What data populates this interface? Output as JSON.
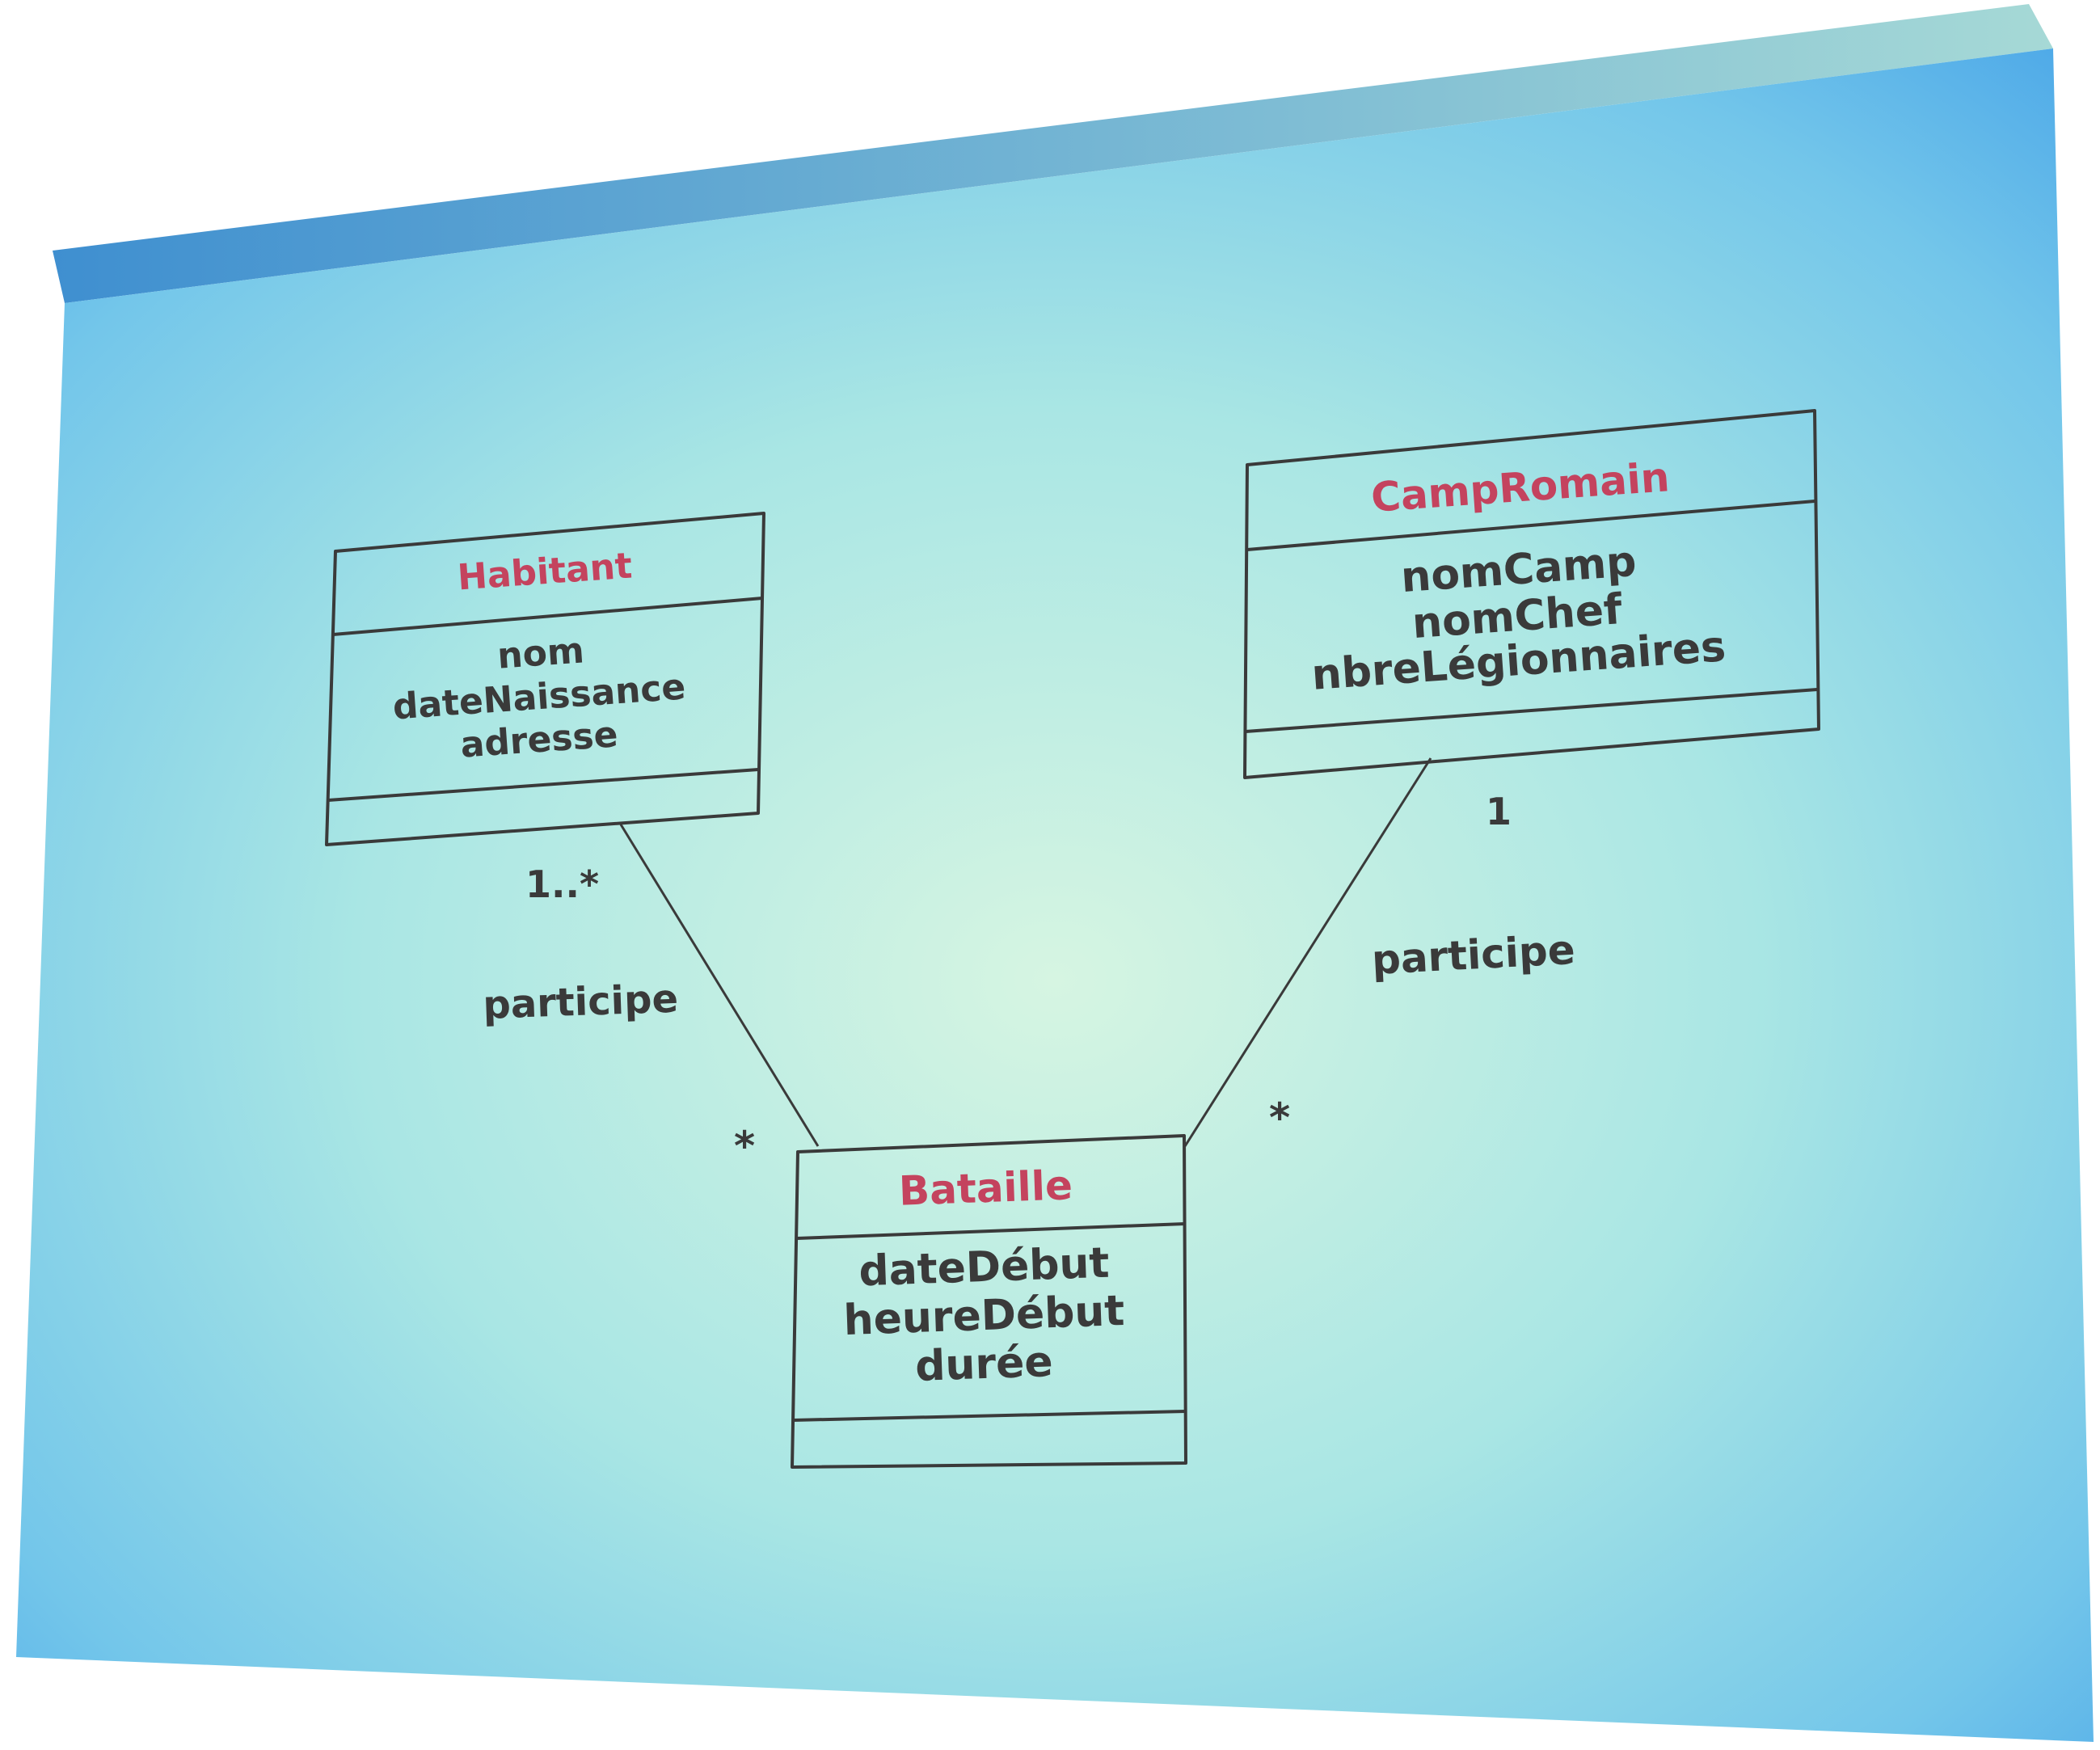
{
  "colors": {
    "class_name": "#c4435e",
    "text": "#3a3a3a",
    "screen_edge": "#4aa6e8",
    "screen_center": "#d6f5e2"
  },
  "classes": {
    "habitant": {
      "name": "Habitant",
      "attributes": [
        "nom",
        "dateNaissance",
        "adresse"
      ]
    },
    "camp_romain": {
      "name": "CampRomain",
      "attributes": [
        "nomCamp",
        "nomChef",
        "nbreLégionnaires"
      ]
    },
    "bataille": {
      "name": "Bataille",
      "attributes": [
        "dateDébut",
        "heureDébut",
        "durée"
      ]
    }
  },
  "associations": {
    "left": {
      "label": "participe",
      "multiplicity_habitant": "1..*",
      "multiplicity_bataille": "*"
    },
    "right": {
      "label": "participe",
      "multiplicity_camp": "1",
      "multiplicity_bataille": "*"
    }
  }
}
